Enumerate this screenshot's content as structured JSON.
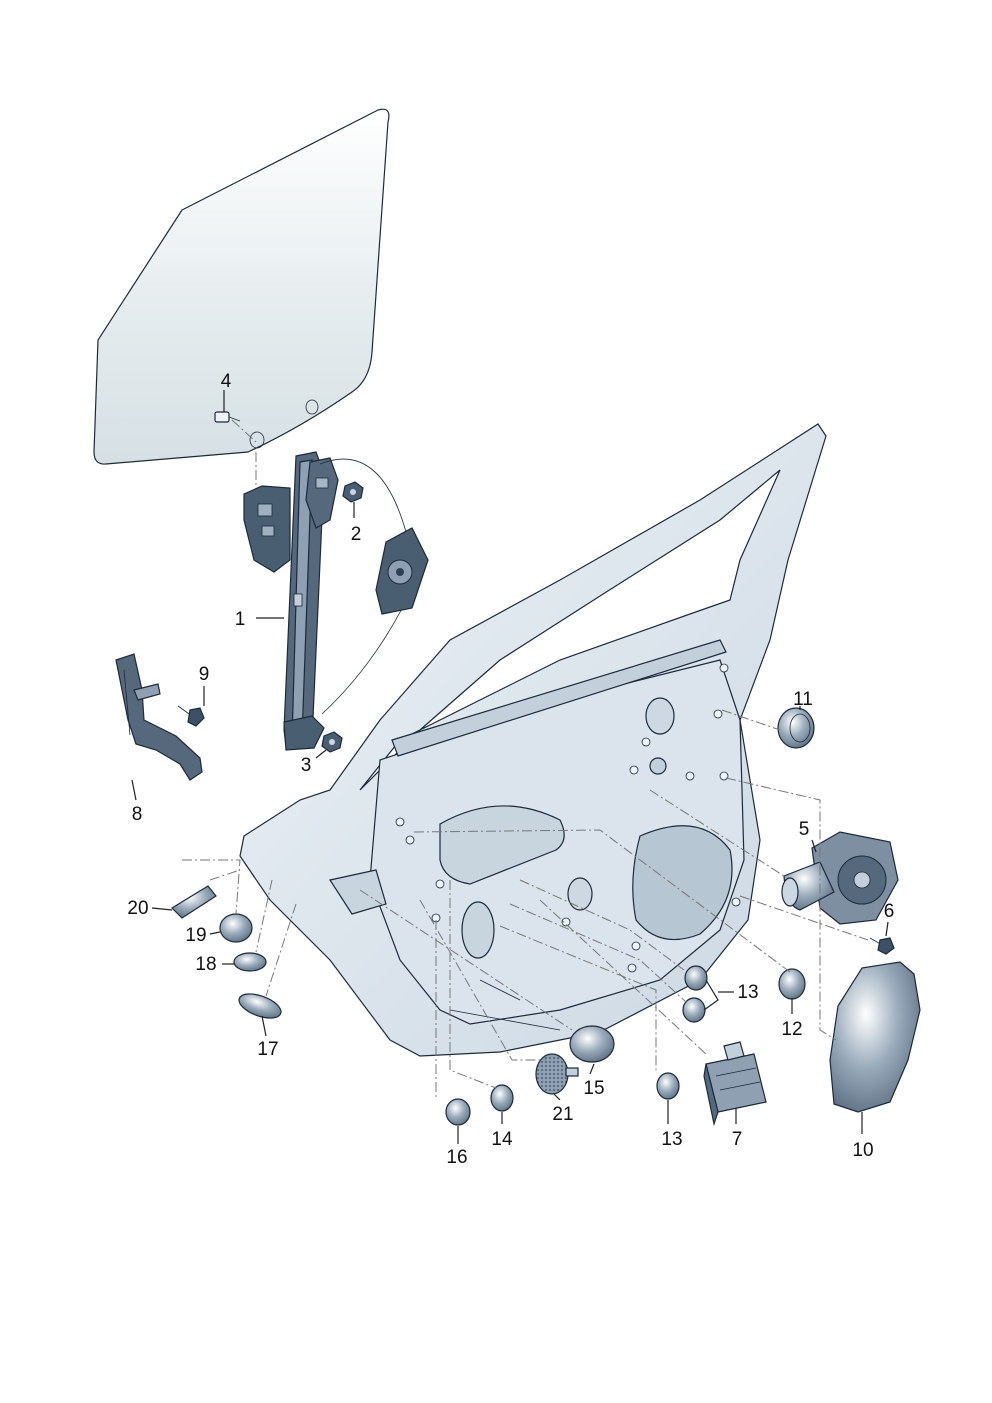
{
  "colors": {
    "glass": "#e3eaed",
    "panel": "#dde6ee",
    "panel_shade": "#c3d0dc",
    "dark_part": "#3c5166",
    "mid_part": "#7d8fa1",
    "outline": "#1c2a3a"
  },
  "callouts": [
    {
      "id": "1",
      "label": "1"
    },
    {
      "id": "2",
      "label": "2"
    },
    {
      "id": "3",
      "label": "3"
    },
    {
      "id": "4",
      "label": "4"
    },
    {
      "id": "5",
      "label": "5"
    },
    {
      "id": "6",
      "label": "6"
    },
    {
      "id": "7",
      "label": "7"
    },
    {
      "id": "8",
      "label": "8"
    },
    {
      "id": "9",
      "label": "9"
    },
    {
      "id": "10",
      "label": "10"
    },
    {
      "id": "11",
      "label": "11"
    },
    {
      "id": "12",
      "label": "12"
    },
    {
      "id": "13a",
      "label": "13"
    },
    {
      "id": "13b",
      "label": "13"
    },
    {
      "id": "14",
      "label": "14"
    },
    {
      "id": "15",
      "label": "15"
    },
    {
      "id": "16",
      "label": "16"
    },
    {
      "id": "17",
      "label": "17"
    },
    {
      "id": "18",
      "label": "18"
    },
    {
      "id": "19",
      "label": "19"
    },
    {
      "id": "20",
      "label": "20"
    },
    {
      "id": "21",
      "label": "21"
    }
  ]
}
